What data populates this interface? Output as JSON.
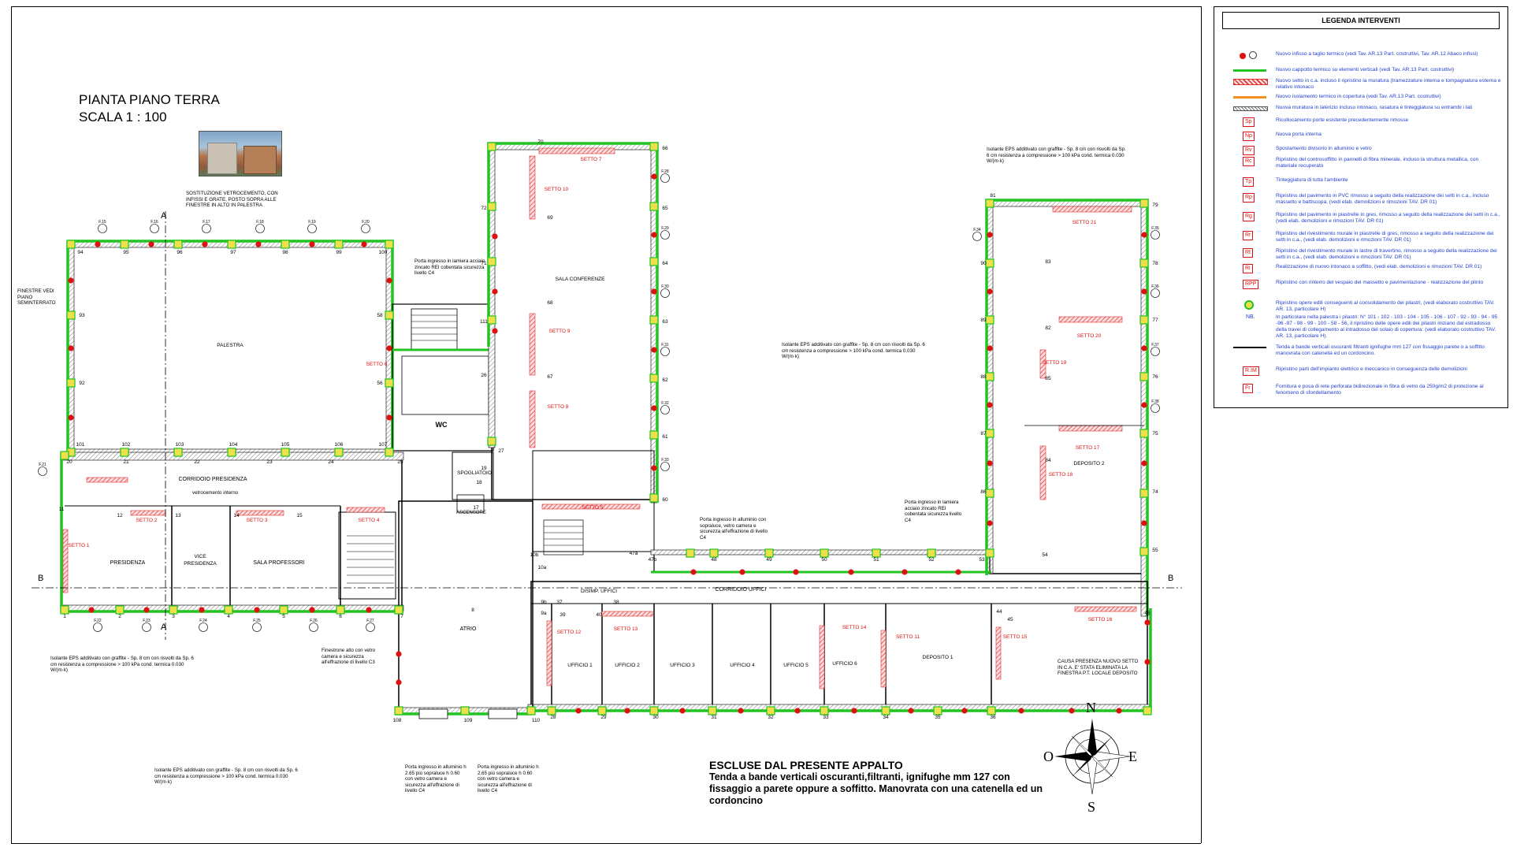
{
  "title": {
    "line1": "PIANTA PIANO TERRA",
    "line2": "SCALA  1 : 100"
  },
  "legend": {
    "heading": "LEGENDA INTERVENTI",
    "items": [
      {
        "sym": "dots",
        "text": "Nuovo infisso a taglio termico (vedi Tav. AR.13 Part. costruttivi, Tav. AR.12 Abaco infissi)"
      },
      {
        "sym": "green",
        "text": "Nuovo cappotto termico su elementi verticali (vedi Tav. AR.13 Part. costruttivi)"
      },
      {
        "sym": "hatch",
        "text": "Nuovo setto in c.a. incluso il ripristino la muratura (tramezzature interna e tompagnatura esterna e relativo intonaco"
      },
      {
        "sym": "orange",
        "text": "Nuovo isolamento termico in copertura (vedi Tav. AR.13 Part. costruttivi)"
      },
      {
        "sym": "gray",
        "text": "Nuova muratura in laterizio incluso intonaco, rasatura e tinteggiatura su entrambi i lati"
      },
      {
        "sym": "Sp",
        "text": "Ricollocamento porte esistente precedentemente rimosse"
      },
      {
        "sym": "Np",
        "text": "Nuova porta interna"
      },
      {
        "sym": "Rv",
        "text": "Spostamento divisorio in alluminio e vetro"
      },
      {
        "sym": "Rc",
        "text": "Ripristino del controsoffitto in pannelli di fibra minerale, incluso la struttura metallica, con materiale recuperato"
      },
      {
        "sym": "Tp",
        "text": "Tinteggiatura di tutta l'ambiente"
      },
      {
        "sym": "Rp",
        "text": "Ripristino del pavimento in PVC rimosso a seguito della realizzazione dei setti in c.a., incluso massetto e battiscopa, (vedi elab. demolizioni e rimozioni TAV. DR 01)"
      },
      {
        "sym": "Rg",
        "text": "Ripristino del pavimento in piastrelle in gres, rimosso a seguito della realizzazione dei setti in c.a., (vedi elab. demolizioni e rimozioni TAV. DR 01)"
      },
      {
        "sym": "Rr",
        "text": "Ripristino del rivestimento murale in piastrelle di gres, rimosso a seguito della realizzazione dei setti in c.a., (vedi elab. demolizioni e rimozioni TAV. DR 01)"
      },
      {
        "sym": "Rt",
        "text": "Ripristino del rivestimento murale in lastre di travertino, rimosso a seguito della realizzazione dei setti in c.a., (vedi elab. demolizioni e rimozioni TAV. DR 01)"
      },
      {
        "sym": "Ri",
        "text": "Realizzazione di nuovo intonaco a soffitto, (vedi elab. demolizioni e rimozioni TAV. DR 01)"
      },
      {
        "sym": "RPP",
        "text": "Ripristino con rinterro del vespaio del massetto e pavimentazione - realizzazione del plinto"
      },
      {
        "sym": "ring",
        "text": "Ripristino opere edili conseguenti al consolidamento dei pilastri, (vedi elaborato costruttivo TAV. AR. 13, particolare H)"
      },
      {
        "sym": "NB.",
        "text": "In particolare nella palestra i pilastri: N° 101 - 102 - 103 - 104 - 105 - 106 - 107 - 92 - 93 - 94 - 95 -96 -97 - 98 - 99 - 100 - 58 - 56, il ripristino delle opere edili dei pilastri iniziano dal estradosso della travei di collegamento al intradosso del solaio di copertura: (vedi elaborato costruttivo TAV. AR. 13, particolare H)."
      },
      {
        "sym": "line",
        "text": "Tenda a bande verticali oscuranti filtranti ignifughe mm 127 con fissaggio parete o a soffitto manovrata con catenella ed un cordoncino."
      },
      {
        "sym": "R.IM",
        "text": "Ripristino parti dell'impianto elettrico e meccanico in conseguenza delle demolizioni"
      },
      {
        "sym": "Fr",
        "text": "Fornitura e posa di rete perforata bidirezionale in fibra di vetro da 250g/m2 di protezione al fenomeno di sfondellamento"
      }
    ]
  },
  "rooms": {
    "palestra": "PALESTRA",
    "sala_conferenze": "SALA CONFERENZE",
    "wc": "WC",
    "spogliatoio": "SPOGLIATOIO",
    "ascensore": "ASCENSORE",
    "corridoio_presidenza": "CORRIDOIO PRESIDENZA",
    "presidenza": "PRESIDENZA",
    "vice_presidenza": "VICE PRESIDENZA",
    "sala_professori": "SALA PROFESSORI",
    "atrio": "ATRIO",
    "disimp_uffici": "DISIMP. UFFICI",
    "corridoio_uffici": "CORRIDOIO UFFICI",
    "ufficio1": "UFFICIO 1",
    "ufficio2": "UFFICIO 2",
    "ufficio3": "UFFICIO 3",
    "ufficio4": "UFFICIO 4",
    "ufficio5": "UFFICIO 5",
    "ufficio6": "UFFICIO 6",
    "deposito1": "DEPOSITO 1",
    "deposito2": "DEPOSITO 2"
  },
  "setti": [
    "SETTO 1",
    "SETTO 2",
    "SETTO 3",
    "SETTO 4",
    "SETTO 5",
    "SETTO 6",
    "SETTO 7",
    "SETTO 8",
    "SETTO 9",
    "SETTO 10",
    "SETTO 11",
    "SETTO 12",
    "SETTO 13",
    "SETTO 14",
    "SETTO 15",
    "SETTO 16",
    "SETTO 17",
    "SETTO 18",
    "SETTO 19",
    "SETTO 20",
    "SETTO 21"
  ],
  "section_marks": {
    "a": "A",
    "b": "B"
  },
  "notes": {
    "vetrocemento": "SOSTITUZIONE VETROCEMENTO, CON INFISSI E GRATE, POSTO SOPRA ALLE FINESTRE IN ALTO IN PALESTRA",
    "finestre": "FINESTRE VEDI PIANO SEMINTERRATO",
    "porta_lamiera_top": "Porta ingresso in lamiera acciaio zincato REI cobentata sicurezza livello C4",
    "eps_top_right": "Isolante EPS additivato con graffite - Sp. 8 cm con risvolti da Sp. 6 cm resistenza a compressione > 100 kPa cond. termica 0.030 W/(m·k)",
    "eps_mid_right": "Isolante EPS additivato con graffite - Sp. 8 cm con risvolti da Sp. 6 cm resistenza a compressione > 100 kPa cond. termica 0.030 W/(m·k)",
    "eps_left": "Isolante EPS additivato con graffite - Sp. 8 cm con risvolti da Sp. 6 cm resistenza a compressione > 100 kPa cond. termica 0.030 W/(m·k)",
    "eps_bottom": "Isolante EPS additivato con graffite - Sp. 8 cm con risvolti da Sp. 6 cm resistenza a compressione > 100 kPa cond. termica 0.030 W/(m·k)",
    "porta_alluminio_mid": "Porta ingresso in alluminio con sopraluce, vetro camera e sicurezza all'effrazione di livello C4",
    "porta_lamiera_mid": "Porta ingresso in lamiera acciaio zincato REI cobentata sicurezza livello C4",
    "finestrone": "Finestrone alto con vetro camera e sicurezza all'effrazione di livello C3",
    "porta_h265_a": "Porta ingresso in alluminio h 2.65 più sopraluce h 0.60 con vetro camera e sicurezza all'effrazione di livello C4",
    "porta_h265_b": "Porta ingresso in alluminio h 2.65 più sopraluce h 0.60 con vetro camera e sicurezza all'effrazione di livello C4",
    "causa_setto": "CAUSA PRESENZA NUOVO SETTO IN C.A. E' STATA ELIMINATA LA FINESTRA P.T. LOCALE DEPOSITO",
    "vetrocemento_interno": "vetrocemento interno"
  },
  "escluse": {
    "heading": "ESCLUSE DAL PRESENTE APPALTO",
    "body": "Tenda a bande verticali oscuranti,filtranti, ignifughe  mm 127 con fissaggio a parete oppure a soffitto. Manovrata con una catenella ed un cordoncino"
  },
  "compass": {
    "n": "N",
    "s": "S",
    "e": "E",
    "o": "O"
  },
  "pillars": {
    "gym_top": [
      "94",
      "95",
      "96",
      "97",
      "98",
      "99",
      "100"
    ],
    "gym_bottom": [
      "101",
      "102",
      "103",
      "104",
      "105",
      "106",
      "107"
    ],
    "gym_left": [
      "93",
      "92"
    ],
    "gym_right": [
      "58",
      "56"
    ],
    "conf_left": [
      "72",
      "71",
      "111",
      "27"
    ],
    "conf_right": [
      "66",
      "65",
      "64",
      "63",
      "62",
      "61",
      "60"
    ],
    "conf_top": "70",
    "conf_inner": [
      "69",
      "68",
      "67"
    ],
    "right_left": [
      "90",
      "89",
      "88",
      "87",
      "86"
    ],
    "right_right": [
      "79",
      "78",
      "77",
      "76",
      "75",
      "74",
      "55"
    ],
    "right_top": "81",
    "right_inner": [
      "83",
      "82",
      "85",
      "84",
      "54"
    ],
    "corr_row": [
      "48",
      "49",
      "50",
      "51",
      "52",
      "53"
    ],
    "pres_bottom": [
      "1",
      "2",
      "3",
      "4",
      "5",
      "6",
      "7"
    ],
    "pres_top": [
      "20",
      "21",
      "22",
      "23",
      "24",
      "25"
    ],
    "bottom_row": [
      "28",
      "29",
      "30",
      "31",
      "32",
      "33",
      "34",
      "35",
      "36"
    ],
    "misc": [
      "108",
      "109",
      "110",
      "46",
      "44",
      "45",
      "39",
      "40",
      "38",
      "37",
      "47a",
      "47b",
      "10b",
      "10a",
      "9b",
      "9a",
      "8",
      "12",
      "13",
      "14",
      "15",
      "17",
      "18",
      "19",
      "26",
      "11"
    ]
  },
  "window_tags": [
    "F.15",
    "F.16",
    "F.17",
    "F.18",
    "F.19",
    "F.20",
    "F.21",
    "F.22",
    "F.23",
    "F.24",
    "F.25",
    "F.26",
    "F.27",
    "F.28",
    "F.29",
    "F.30",
    "F.31",
    "F.32",
    "F.33",
    "F.34",
    "F.35",
    "F.36",
    "F.37",
    "F.38"
  ],
  "colors": {
    "green": "#22c322",
    "red": "#e01010",
    "hatch": "#e03030",
    "blue_text": "#1f3fd0",
    "wall": "#000000"
  }
}
